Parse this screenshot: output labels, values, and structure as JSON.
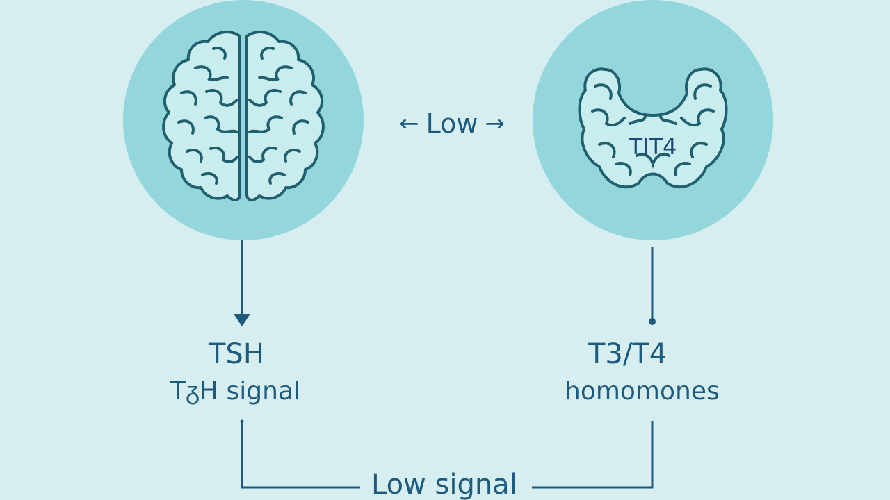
{
  "diagram": {
    "title_nodes": {
      "brain": {
        "icon": "brain-icon",
        "color": "#93d7dc"
      },
      "thyroid": {
        "icon": "thyroid-icon",
        "label": "TIT4",
        "color": "#93d7dc"
      }
    },
    "connector_top": {
      "label": "Low",
      "left_arrow": "←",
      "right_arrow": "→"
    },
    "left_node": {
      "title": "TSH",
      "subtitle": "TǑH signal",
      "subtitle_display": "TᵹH signal"
    },
    "right_node": {
      "title": "T3/T4",
      "subtitle": "homomones"
    },
    "connector_bottom": {
      "label": "Low signal"
    },
    "colors": {
      "background": "#d6eef0",
      "circle": "#93d7dc",
      "ink": "#1c5a7e",
      "outline": "#1f5f6e"
    }
  }
}
